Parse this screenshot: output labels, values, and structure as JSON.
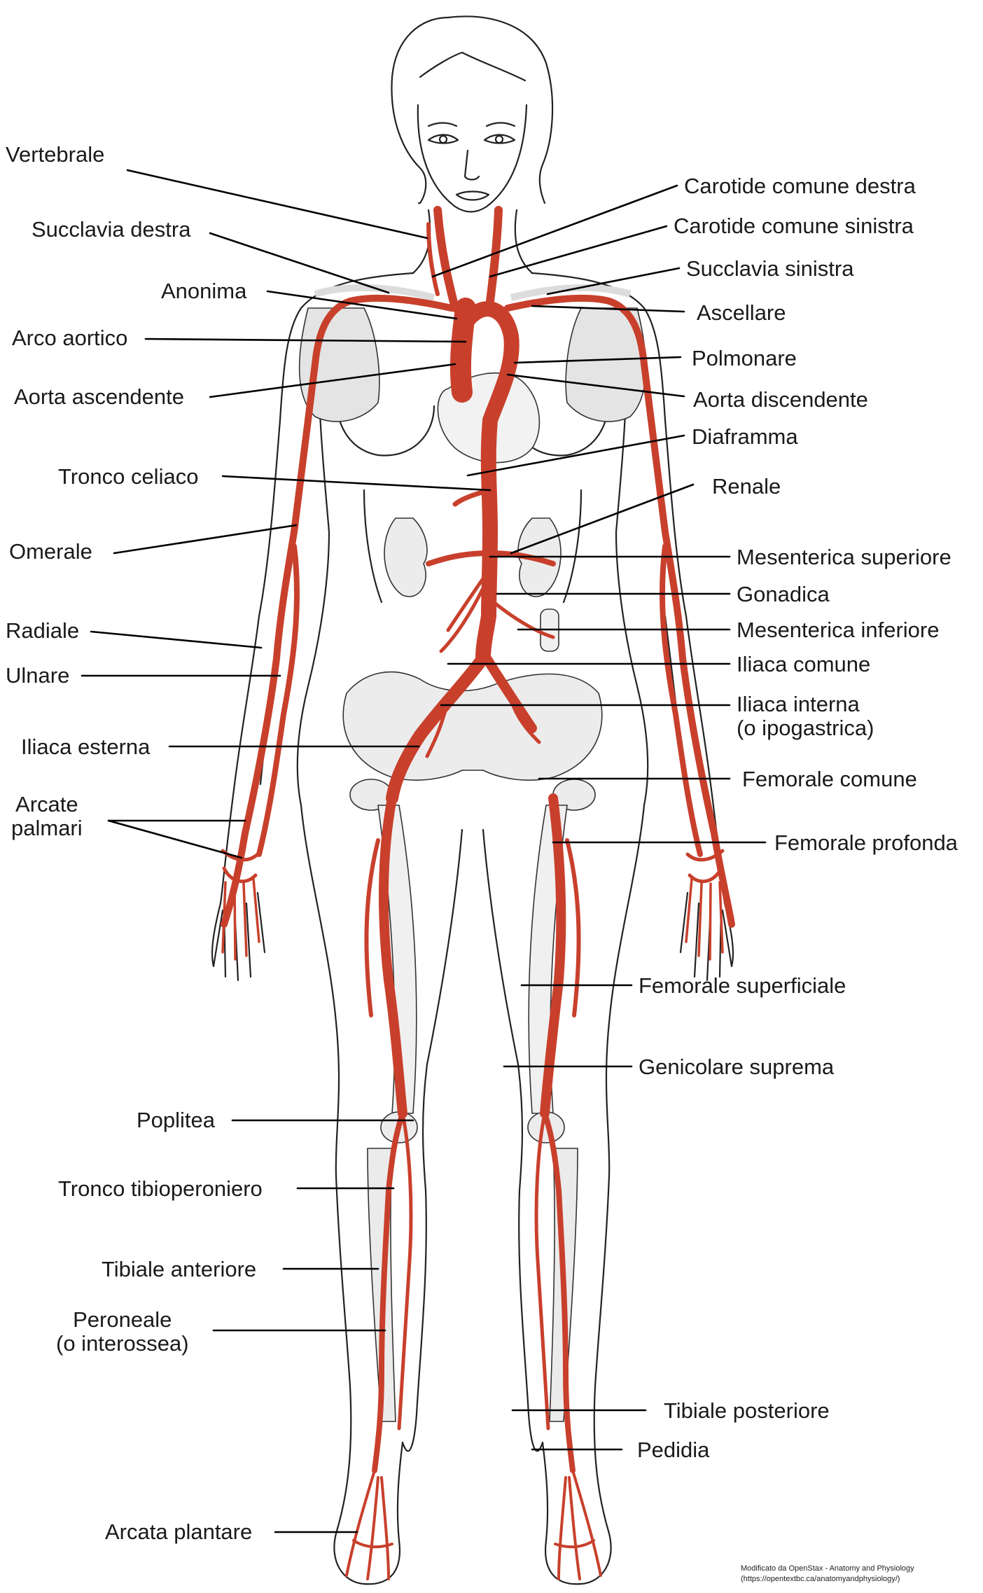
{
  "colors": {
    "artery": "#c8402c",
    "outline": "#222222",
    "organ_fill": "#ececec",
    "leader": "#000000"
  },
  "labels_left": [
    {
      "id": "vertebrale",
      "text": "Vertebrale"
    },
    {
      "id": "succlavia-destra",
      "text": "Succlavia destra"
    },
    {
      "id": "anonima",
      "text": "Anonima"
    },
    {
      "id": "arco-aortico",
      "text": "Arco aortico"
    },
    {
      "id": "aorta-ascendente",
      "text": "Aorta ascendente"
    },
    {
      "id": "tronco-celiaco",
      "text": "Tronco celiaco"
    },
    {
      "id": "omerale",
      "text": "Omerale"
    },
    {
      "id": "radiale",
      "text": "Radiale"
    },
    {
      "id": "ulnare",
      "text": "Ulnare"
    },
    {
      "id": "iliaca-esterna",
      "text": "Iliaca esterna"
    },
    {
      "id": "arcate-palmari",
      "text": "Arcate",
      "text2": "palmari"
    },
    {
      "id": "poplitea",
      "text": "Poplitea"
    },
    {
      "id": "tronco-tibioperoniero",
      "text": "Tronco tibioperoniero"
    },
    {
      "id": "tibiale-anteriore",
      "text": "Tibiale anteriore"
    },
    {
      "id": "peroneale",
      "text": "Peroneale",
      "text2": "(o interossea)"
    },
    {
      "id": "arcata-plantare",
      "text": "Arcata plantare"
    }
  ],
  "labels_right": [
    {
      "id": "carotide-comune-destra",
      "text": "Carotide comune destra"
    },
    {
      "id": "carotide-comune-sinistra",
      "text": "Carotide comune sinistra"
    },
    {
      "id": "succlavia-sinistra",
      "text": "Succlavia sinistra"
    },
    {
      "id": "ascellare",
      "text": "Ascellare"
    },
    {
      "id": "polmonare",
      "text": "Polmonare"
    },
    {
      "id": "aorta-discendente",
      "text": "Aorta discendente"
    },
    {
      "id": "diaframma",
      "text": "Diaframma"
    },
    {
      "id": "renale",
      "text": "Renale"
    },
    {
      "id": "mesenterica-superiore",
      "text": "Mesenterica superiore"
    },
    {
      "id": "gonadica",
      "text": "Gonadica"
    },
    {
      "id": "mesenterica-inferiore",
      "text": "Mesenterica inferiore"
    },
    {
      "id": "iliaca-comune",
      "text": "Iliaca comune"
    },
    {
      "id": "iliaca-interna",
      "text": "Iliaca interna",
      "text2": "(o ipogastrica)"
    },
    {
      "id": "femorale-comune",
      "text": "Femorale comune"
    },
    {
      "id": "femorale-profonda",
      "text": "Femorale profonda"
    },
    {
      "id": "femorale-superficiale",
      "text": "Femorale superficiale"
    },
    {
      "id": "genicolare-suprema",
      "text": "Genicolare suprema"
    },
    {
      "id": "tibiale-posteriore",
      "text": "Tibiale posteriore"
    },
    {
      "id": "pedidia",
      "text": "Pedidia"
    }
  ],
  "credit": {
    "line1": "Modificato da OpenStax - Anatomy and Physiology",
    "line2": "(https://opentextbc.ca/anatomyandphysiology/)"
  }
}
